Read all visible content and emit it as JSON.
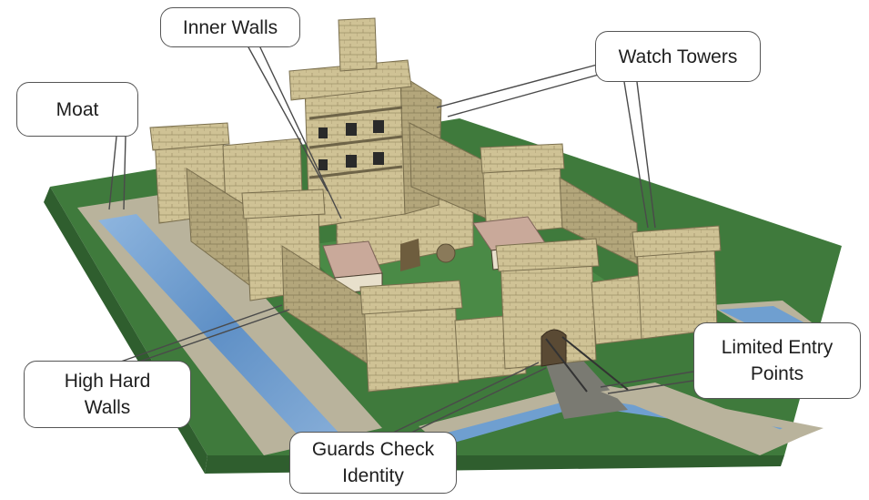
{
  "labels": {
    "moat": "Moat",
    "inner_walls": "Inner Walls",
    "watch_towers": "Watch Towers",
    "high_hard_walls": [
      "High Hard",
      "Walls"
    ],
    "limited_entry_points": [
      "Limited Entry",
      "Points"
    ],
    "guards_check_identity": [
      "Guards Check",
      "Identity"
    ]
  },
  "colors": {
    "grass": "#3f7a3c",
    "grass_dark": "#2f5e2e",
    "stone": "#cfc295",
    "stone_shade": "#a89c70",
    "moat_water": "#6f9fd0",
    "path": "#b9b39c",
    "roof": "#c9a99a"
  },
  "icons": [
    "castle-illustration"
  ]
}
